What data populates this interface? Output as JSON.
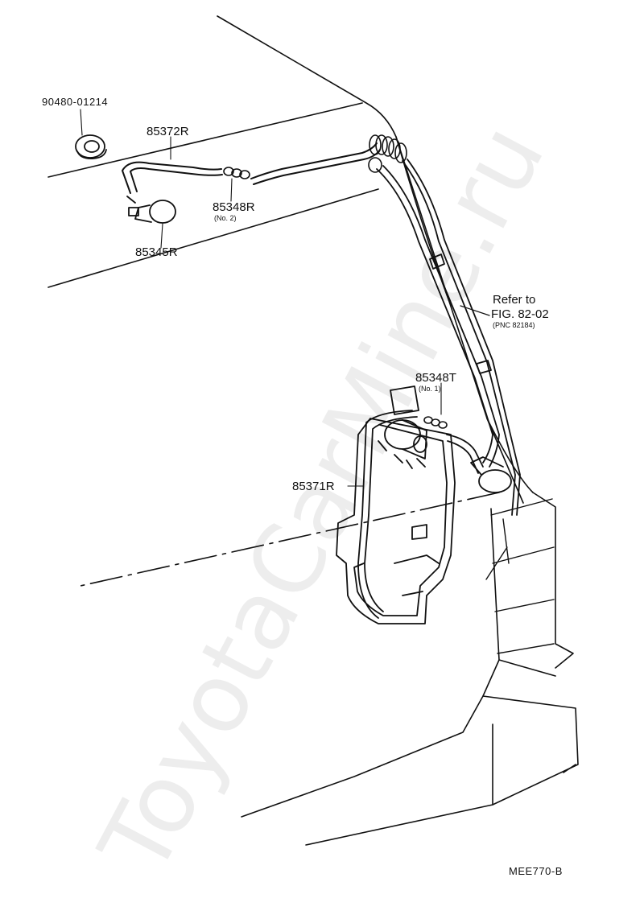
{
  "watermark": "ToyotaCarMine.ru",
  "parts": {
    "grommet": "90480-01214",
    "hose_upper": "85372R",
    "jet_nozzle": "85345R",
    "joint_no2": "85348R",
    "joint_no2_note": "(No. 2)",
    "joint_no1": "85348T",
    "joint_no1_note": "(No. 1)",
    "hose_lower": "85371R"
  },
  "reference": {
    "line1": "Refer to",
    "line2": "FIG. 82-02",
    "line3": "(PNC 82184)"
  },
  "diagram_code": "MEE770-B",
  "colors": {
    "ink": "#111111",
    "watermark": "#000000"
  }
}
